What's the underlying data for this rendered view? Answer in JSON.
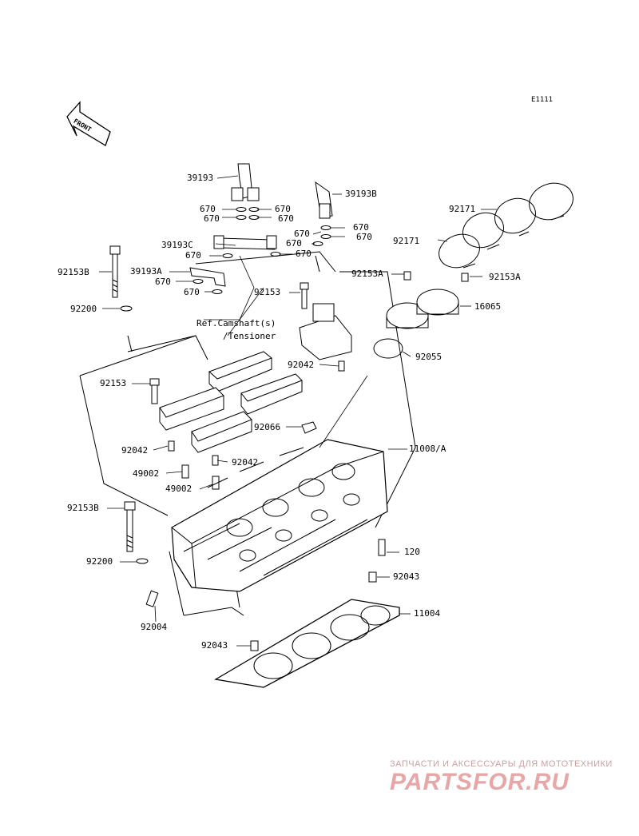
{
  "diagram_code": "E1111",
  "front_label": "FRONT",
  "reference_note": {
    "line1": "Ref.Camshaft(s)",
    "line2": "/Tensioner"
  },
  "watermark": {
    "top": "ЗАПЧАСТИ И АКСЕССУАРЫ ДЛЯ МОТОТЕХНИКИ",
    "main": "PARTSFOR.RU",
    "color": "#e8a6a6"
  },
  "part_labels": {
    "p39193": "39193",
    "p39193b": "39193B",
    "p670_1": "670",
    "p670_2": "670",
    "p670_3": "670",
    "p670_4": "670",
    "p670_5": "670",
    "p670_6": "670",
    "p670_7": "670",
    "p670_8": "670",
    "p670_9": "670",
    "p670_10": "670",
    "p670_11": "670",
    "p39193c": "39193C",
    "p39193a": "39193A",
    "p92153b_1": "92153B",
    "p92200_1": "92200",
    "p92153_1": "92153",
    "p92153_2": "92153",
    "p92042_1": "92042",
    "p92042_2": "92042",
    "p92042_3": "92042",
    "p49002_1": "49002",
    "p49002_2": "49002",
    "p92066": "92066",
    "p92153b_2": "92153B",
    "p92200_2": "92200",
    "p92004": "92004",
    "p92043_1": "92043",
    "p92043_2": "92043",
    "p11008a": "11008/A",
    "p120": "120",
    "p11004": "11004",
    "p92171_1": "92171",
    "p92171_2": "92171",
    "p92153a_1": "92153A",
    "p92153a_2": "92153A",
    "p16065": "16065",
    "p92055": "92055"
  }
}
